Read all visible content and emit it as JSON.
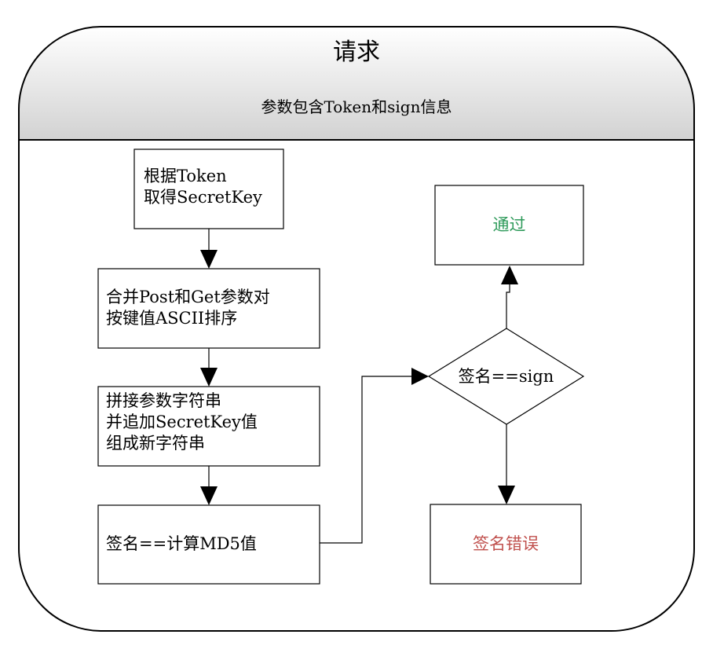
{
  "header": {
    "title": "请求",
    "subtitle": "参数包含Token和sign信息"
  },
  "nodes": {
    "get_secret": [
      "根据Token",
      "取得SecretKey"
    ],
    "merge_sort": [
      "合并Post和Get参数对",
      "按键值ASCII排序"
    ],
    "concat": [
      "拼接参数字符串",
      "并追加SecretKey值",
      "组成新字符串"
    ],
    "md5": "签名==计算MD5值",
    "check": "签名==sign",
    "pass": "通过",
    "error": "签名错误"
  },
  "colors": {
    "header_gradient_top": "#ffffff",
    "header_gradient_bottom": "#d4d4d4",
    "line": "#000000",
    "pass_text": "#2e9a5a",
    "error_text": "#c0504d"
  }
}
